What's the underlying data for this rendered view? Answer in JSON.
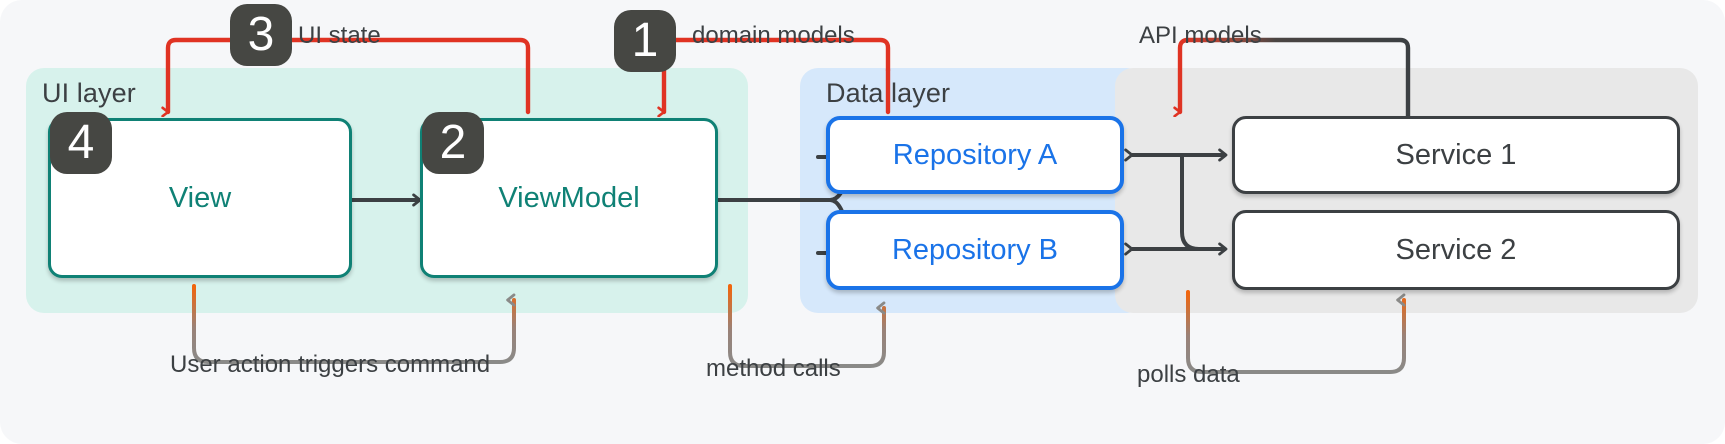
{
  "diagram": {
    "title": "MVVM layered architecture data flow",
    "background_color": "#f6f7f9"
  },
  "layers": [
    {
      "id": "ui",
      "label": "UI layer",
      "fill": "#d7f2ec"
    },
    {
      "id": "data",
      "label": "Data layer",
      "fill": "#d6e8fb"
    },
    {
      "id": "service",
      "label": "",
      "fill": "#e8e8e8"
    }
  ],
  "nodes": [
    {
      "id": "view",
      "label": "View",
      "accent": "#0f8175",
      "layer": "ui"
    },
    {
      "id": "viewmodel",
      "label": "ViewModel",
      "accent": "#0f8175",
      "layer": "ui"
    },
    {
      "id": "repo_a",
      "label": "Repository A",
      "accent": "#1a73e8",
      "layer": "data"
    },
    {
      "id": "repo_b",
      "label": "Repository B",
      "accent": "#1a73e8",
      "layer": "data"
    },
    {
      "id": "service_1",
      "label": "Service  1",
      "accent": "#3c4043",
      "layer": "service"
    },
    {
      "id": "service_2",
      "label": "Service 2",
      "accent": "#3c4043",
      "layer": "service"
    }
  ],
  "badges": [
    {
      "id": "badge-1",
      "number": "1"
    },
    {
      "id": "badge-2",
      "number": "2"
    },
    {
      "id": "badge-3",
      "number": "3"
    },
    {
      "id": "badge-4",
      "number": "4"
    }
  ],
  "edge_labels": {
    "ui_state": "UI state",
    "domain_models": "domain models",
    "api_models": "API models",
    "user_action": "User action triggers command",
    "method_calls": "method calls",
    "polls_data": "polls data"
  },
  "colors": {
    "red_flow": "#e03323",
    "gray_flow": "#3c4043",
    "orange_flow": "#f2650c",
    "teal": "#0f8175",
    "blue": "#1a73e8",
    "badge_bg": "#464743",
    "text": "#3c4043"
  }
}
